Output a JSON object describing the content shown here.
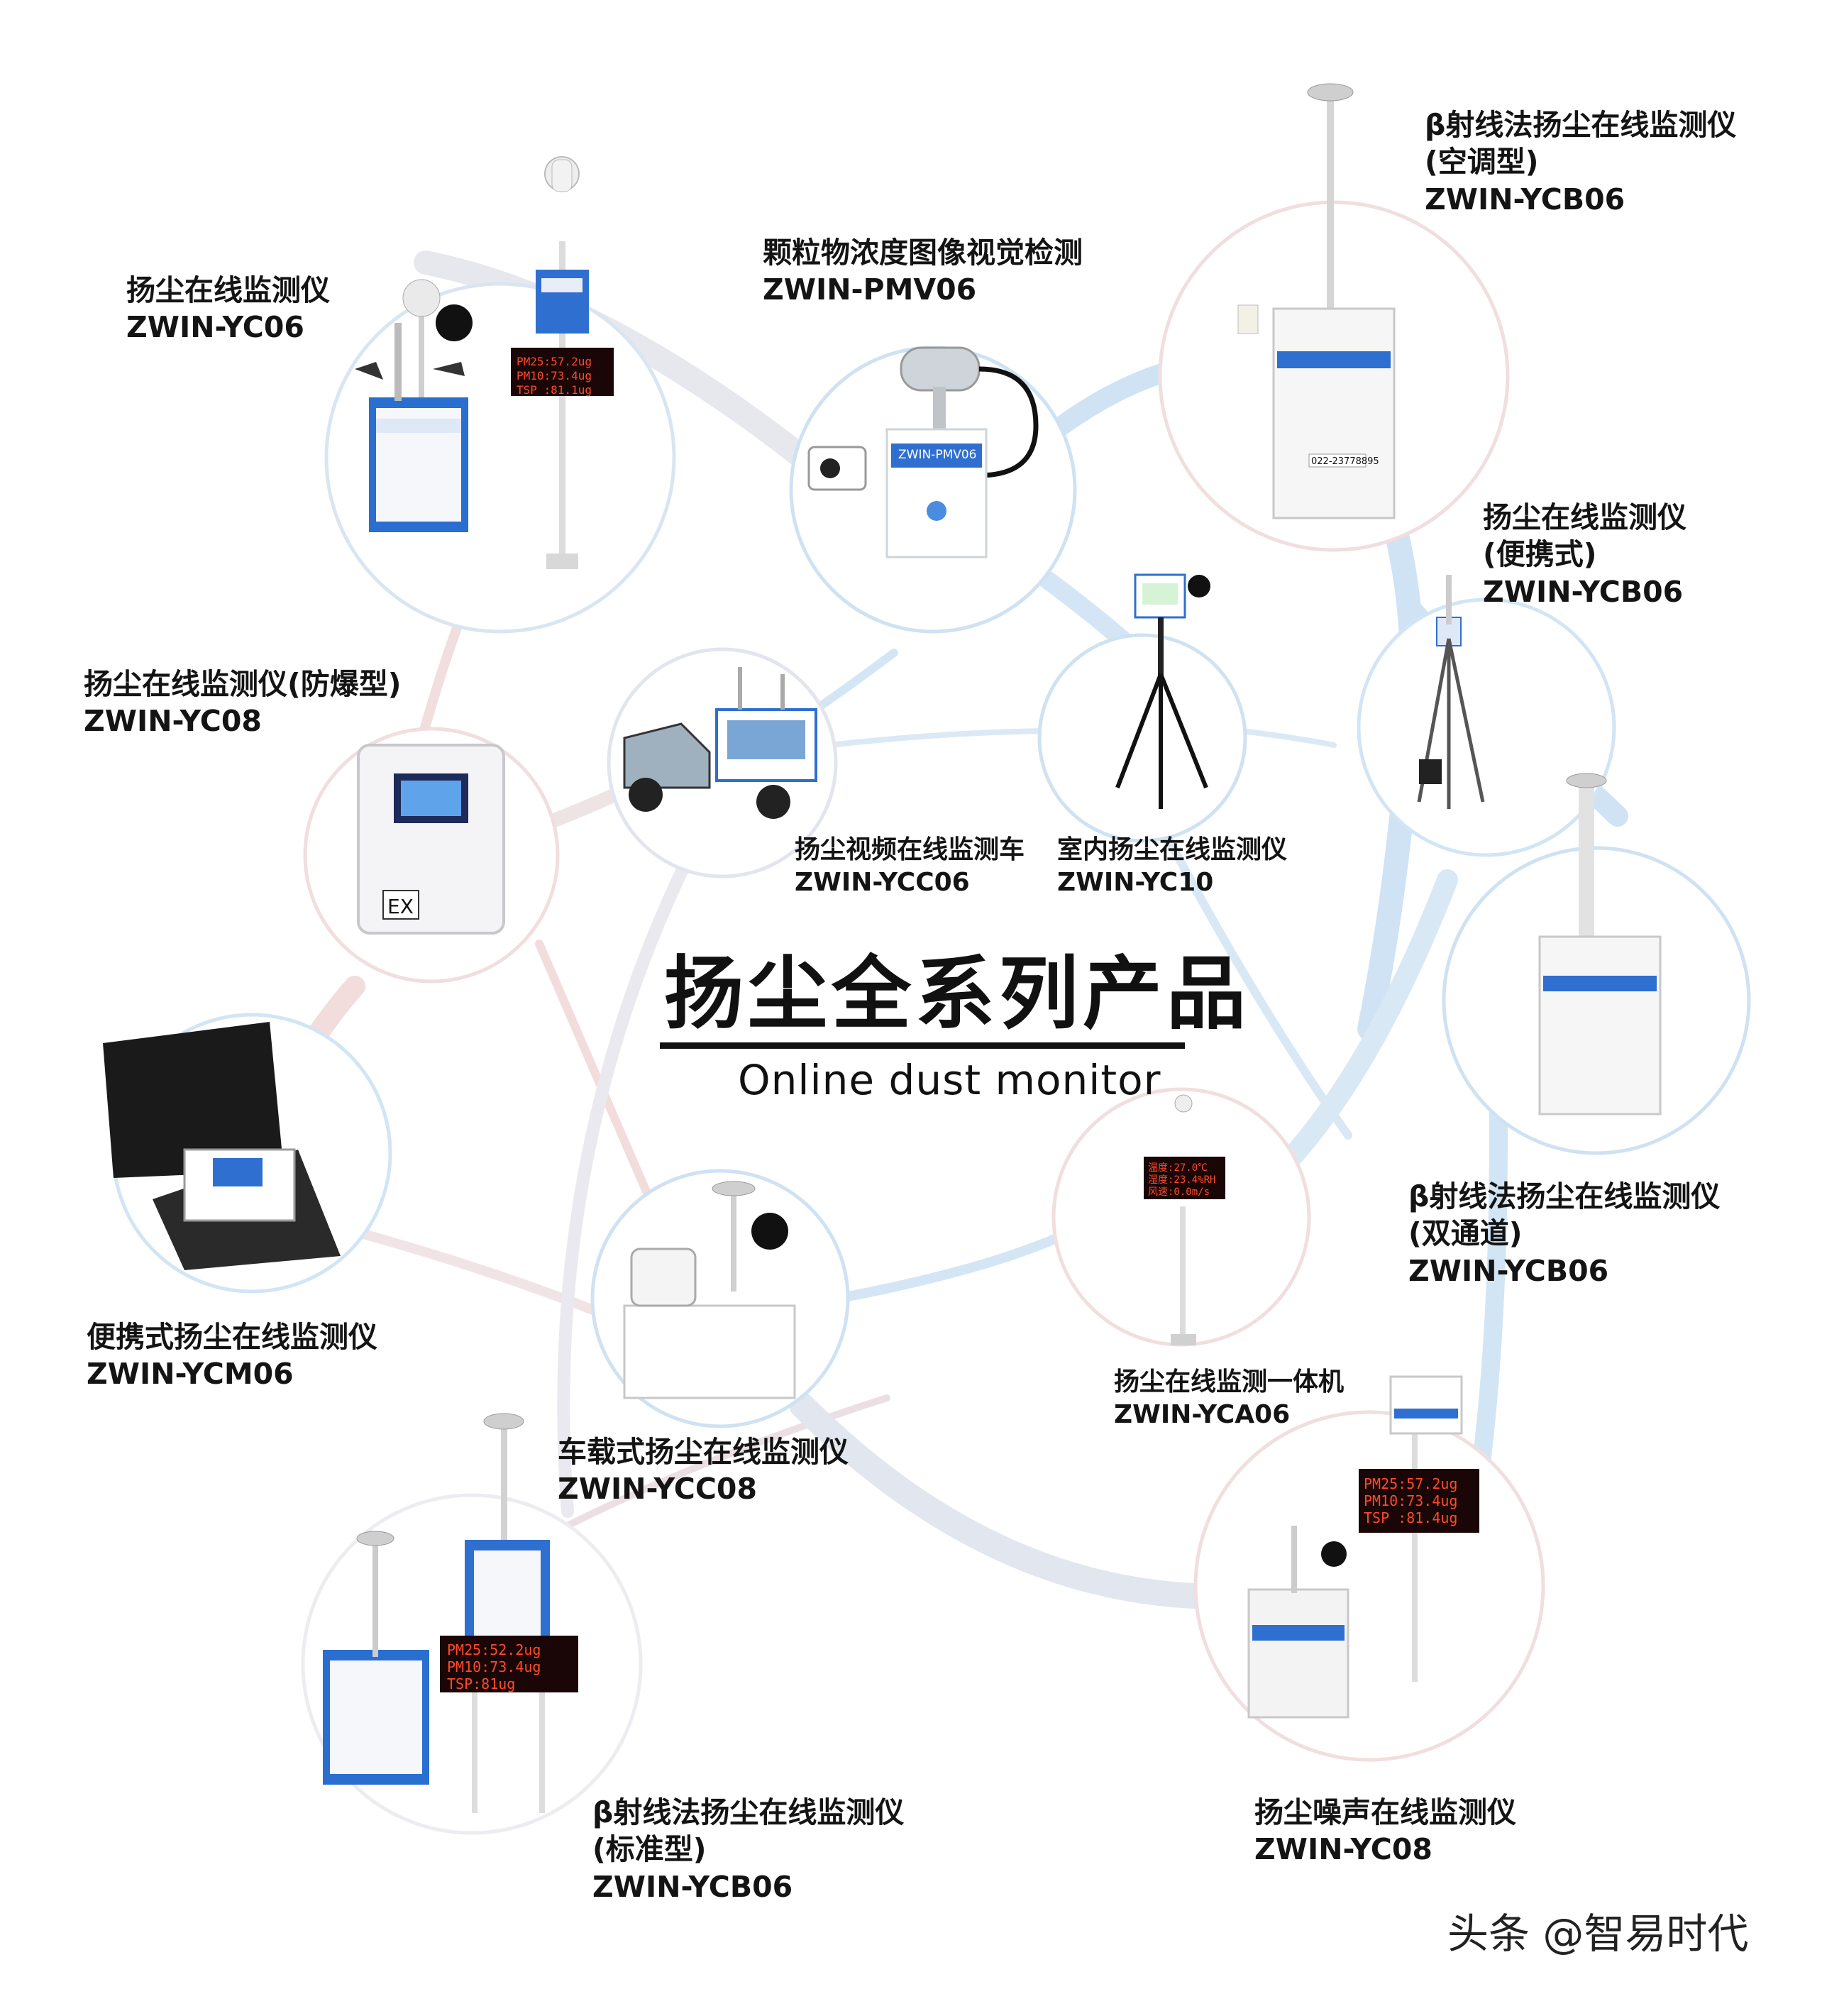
{
  "center_title": {
    "cn": "扬尘全系列产品",
    "en": "Online dust monitor"
  },
  "watermark": "头条 @智易时代",
  "brand_colors": {
    "accent_blue": "#2f6fd0",
    "line_blue": "#bcd9ee",
    "line_pink": "#f1dcdc",
    "line_gray": "#e3e3e9",
    "led_red": "#ff4a2a"
  },
  "products": [
    {
      "id": "yc06",
      "lines": [
        "扬尘在线监测仪",
        "ZWIN-YC06"
      ],
      "screen": [
        "PM25:57.2ug",
        "PM10:73.4ug",
        "TSP :81.1ug"
      ]
    },
    {
      "id": "pmv06",
      "lines": [
        "颗粒物浓度图像视觉检测",
        "ZWIN-PMV06"
      ],
      "panel": "ZWIN-PMV06"
    },
    {
      "id": "ycb06-air",
      "lines": [
        "β射线法扬尘在线监测仪",
        "(空调型)",
        "ZWIN-YCB06"
      ],
      "phone": "022-23778895"
    },
    {
      "id": "ycb06-portable",
      "lines": [
        "扬尘在线监测仪",
        "(便携式)",
        "ZWIN-YCB06"
      ]
    },
    {
      "id": "yc08-ex",
      "lines": [
        "扬尘在线监测仪(防爆型)",
        "ZWIN-YC08"
      ],
      "mark": "EX"
    },
    {
      "id": "ycc06",
      "lines": [
        "扬尘视频在线监测车",
        "ZWIN-YCC06"
      ]
    },
    {
      "id": "yc10",
      "lines": [
        "室内扬尘在线监测仪",
        "ZWIN-YC10"
      ]
    },
    {
      "id": "ycb06-dual",
      "lines": [
        "β射线法扬尘在线监测仪",
        "(双通道)",
        "ZWIN-YCB06"
      ]
    },
    {
      "id": "ycm06",
      "lines": [
        "便携式扬尘在线监测仪",
        "ZWIN-YCM06"
      ]
    },
    {
      "id": "ycc08",
      "lines": [
        "车载式扬尘在线监测仪",
        "ZWIN-YCC08"
      ]
    },
    {
      "id": "yca06",
      "lines": [
        "扬尘在线监测一体机",
        "ZWIN-YCA06"
      ],
      "screen": [
        "温度:27.0℃",
        "湿度:23.4%RH",
        "风速:0.0m/s"
      ]
    },
    {
      "id": "ycb06-std",
      "lines": [
        "β射线法扬尘在线监测仪",
        "(标准型)",
        "ZWIN-YCB06"
      ],
      "screen": [
        "PM25:52.2ug",
        "PM10:73.4ug",
        "TSP:81ug"
      ]
    },
    {
      "id": "yc08-noise",
      "lines": [
        "扬尘噪声在线监测仪",
        "ZWIN-YC08"
      ],
      "screen": [
        "PM25:57.2ug",
        "PM10:73.4ug",
        "TSP :81.4ug"
      ]
    }
  ]
}
